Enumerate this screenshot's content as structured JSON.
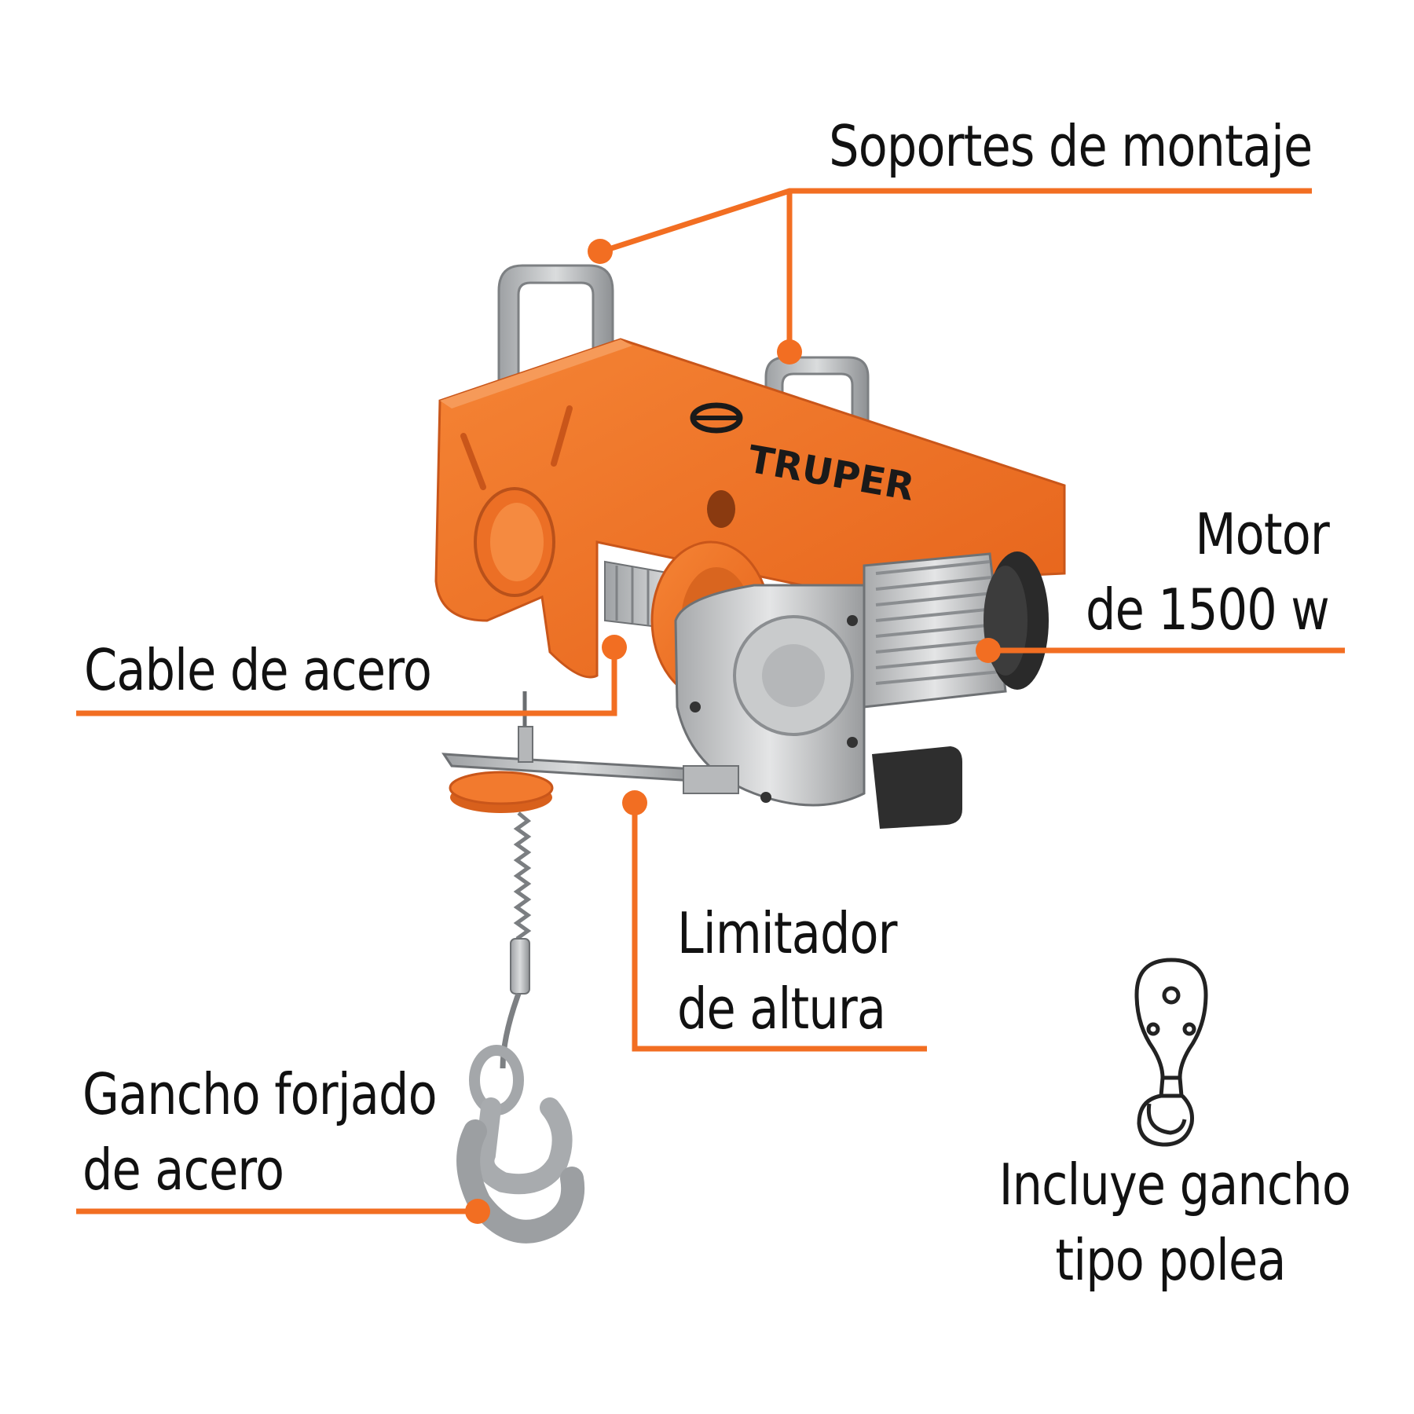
{
  "brand": {
    "logo_text": "TRUPER"
  },
  "callouts": {
    "mounting": {
      "text": "Soportes de montaje"
    },
    "motor": {
      "line1": "Motor",
      "line2": "de 1500 w"
    },
    "cable": {
      "text": "Cable de acero"
    },
    "limiter": {
      "line1": "Limitador",
      "line2": "de altura"
    },
    "hook": {
      "line1": "Gancho forjado",
      "line2": "de acero"
    },
    "pulley": {
      "line1": "Incluye gancho",
      "line2": "tipo polea"
    }
  },
  "colors": {
    "accent": "#F26E22",
    "body": "#F27A2E",
    "text": "#111111",
    "metal": "#B9BBBD"
  },
  "icons": [
    "pulley-hook-icon",
    "truper-logo"
  ]
}
